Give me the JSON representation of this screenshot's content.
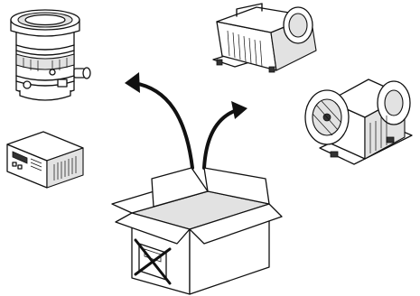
{
  "scene": {
    "components": [
      {
        "id": "turbo-pump",
        "icon": "turbomolecular-pump-icon"
      },
      {
        "id": "controller",
        "icon": "pump-controller-icon"
      },
      {
        "id": "rotary-pump",
        "icon": "rotary-vane-pump-icon"
      },
      {
        "id": "scroll-pump",
        "icon": "scroll-pump-icon"
      },
      {
        "id": "shipping-box",
        "icon": "cardboard-box-icon"
      },
      {
        "id": "not-symbol",
        "icon": "crossed-box-icon"
      }
    ],
    "arrows": [
      {
        "id": "arrow-left",
        "icon": "curved-arrow-icon",
        "direction": "up-left"
      },
      {
        "id": "arrow-right",
        "icon": "curved-arrow-icon",
        "direction": "up-right"
      }
    ],
    "colors": {
      "ink": "#111111",
      "background": "#ffffff"
    }
  }
}
